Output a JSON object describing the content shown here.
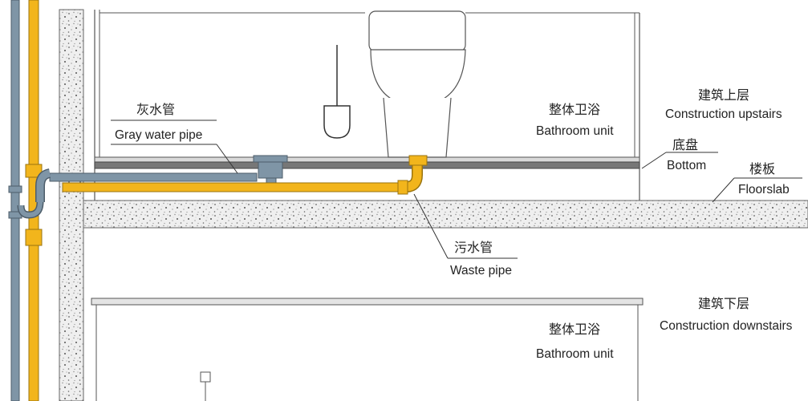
{
  "labels": {
    "gray_water_cn": "灰水管",
    "gray_water_en": "Gray water pipe",
    "bathroom_upper_cn": "整体卫浴",
    "bathroom_upper_en": "Bathroom unit",
    "upstairs_cn": "建筑上层",
    "upstairs_en": "Construction upstairs",
    "bottom_cn": "底盘",
    "bottom_en": "Bottom",
    "floorslab_cn": "楼板",
    "floorslab_en": "Floorslab",
    "waste_cn": "污水管",
    "waste_en": "Waste pipe",
    "downstairs_cn": "建筑下层",
    "downstairs_en": "Construction downstairs",
    "bathroom_lower_cn": "整体卫浴",
    "bathroom_lower_en": "Bathroom unit"
  },
  "colors": {
    "gray_pipe": "#7f95a6",
    "yellow_pipe": "#f2b51c",
    "concrete_bg": "#eeeeee",
    "line": "#555555"
  }
}
